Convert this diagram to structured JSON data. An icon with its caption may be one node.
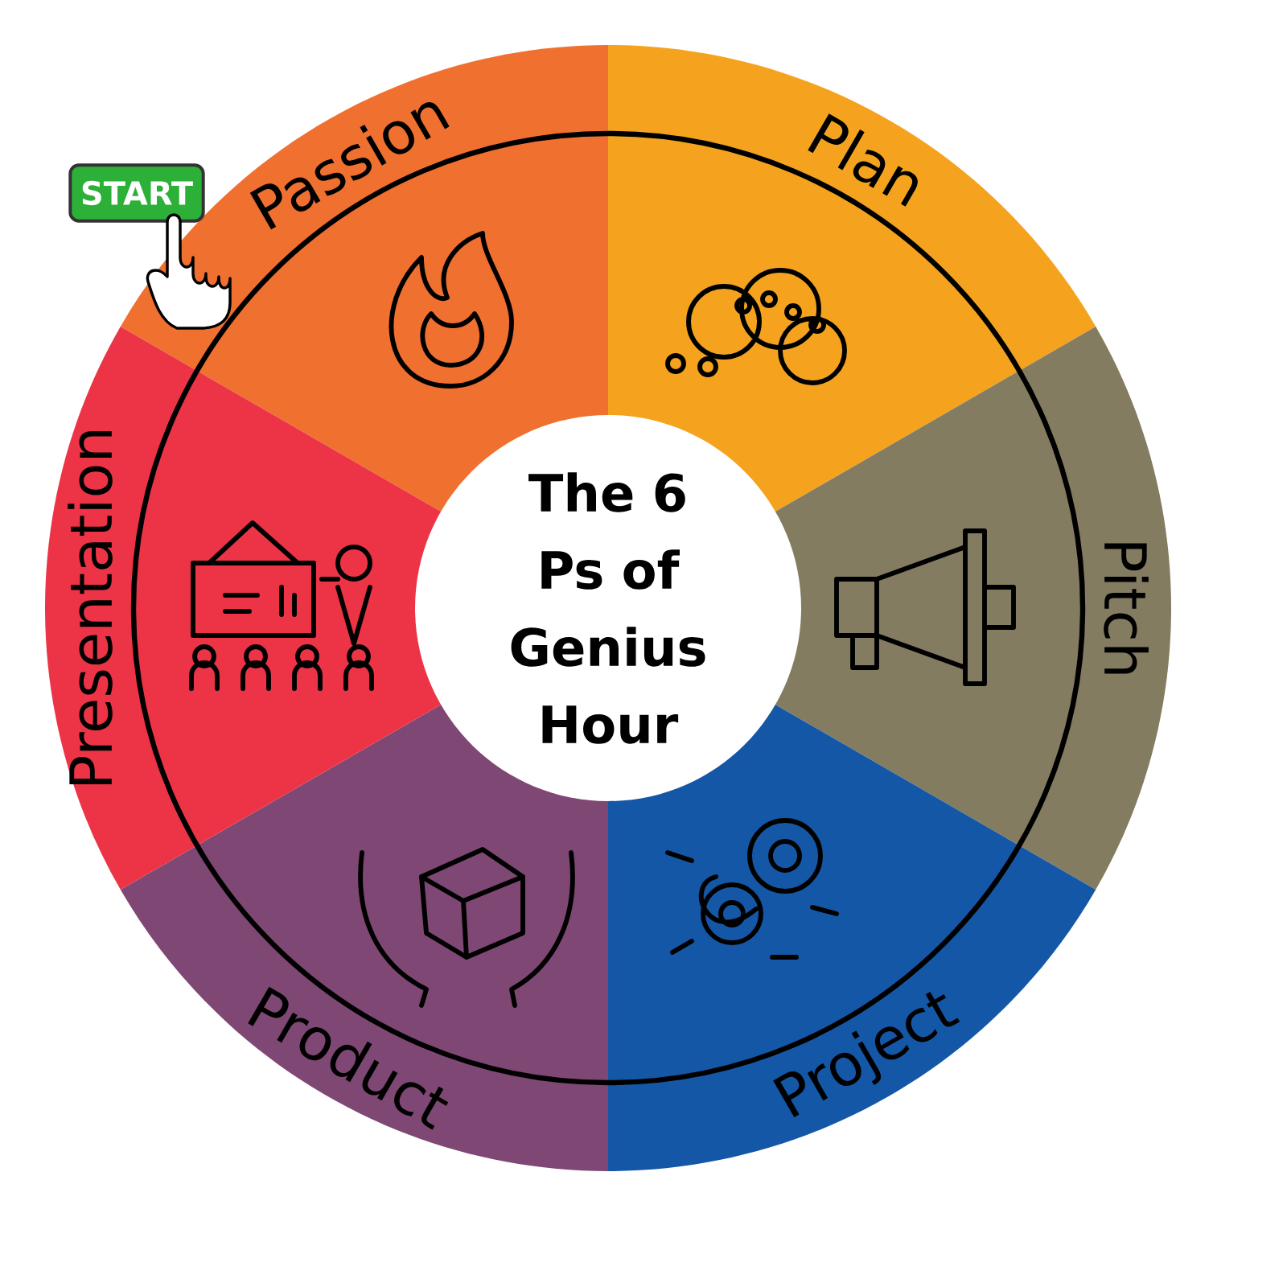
{
  "diagram": {
    "nodes": [
      {
        "text": [
          "The 6 Ps of Genius Hour"
        ]
      },
      {
        "text": [
          "Passion"
        ]
      },
      {
        "text": [
          "Plan"
        ]
      },
      {
        "text": [
          "Pitch"
        ]
      },
      {
        "text": [
          "Project"
        ]
      },
      {
        "text": [
          "Product"
        ]
      },
      {
        "text": [
          "Presentation"
        ]
      },
      {
        "text": [
          "START"
        ]
      }
    ]
  }
}
